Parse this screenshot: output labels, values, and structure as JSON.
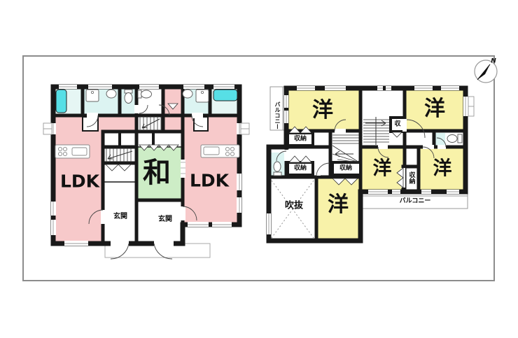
{
  "compass": {
    "north_label": "N"
  },
  "floor1": {
    "labels": {
      "ldk_left": "LDK",
      "washitsu": "和",
      "ldk_right": "LDK",
      "genkan_left": "玄関",
      "genkan_right": "玄関"
    }
  },
  "floor2": {
    "labels": {
      "balcony_left": "バルコニー",
      "bedroom_top_left": "洋",
      "bedroom_top_right": "洋",
      "closet_small": "収",
      "closet_1": "収納",
      "closet_2": "収納",
      "closet_3": "収納",
      "closet_4": "収納",
      "bedroom_mid_center": "洋",
      "bedroom_mid_right": "洋",
      "void": "吹抜",
      "bedroom_bottom": "洋",
      "balcony_bottom": "バルコニー"
    }
  },
  "colors": {
    "room_pink": "#f7c9ca",
    "room_green": "#cdedc6",
    "room_yellow": "#f8f2a9",
    "room_cyan": "#dcf4f2",
    "bathtub_cyan": "#57dfe6",
    "wall_black": "#191919",
    "frame_gray": "#8c8c8c"
  }
}
